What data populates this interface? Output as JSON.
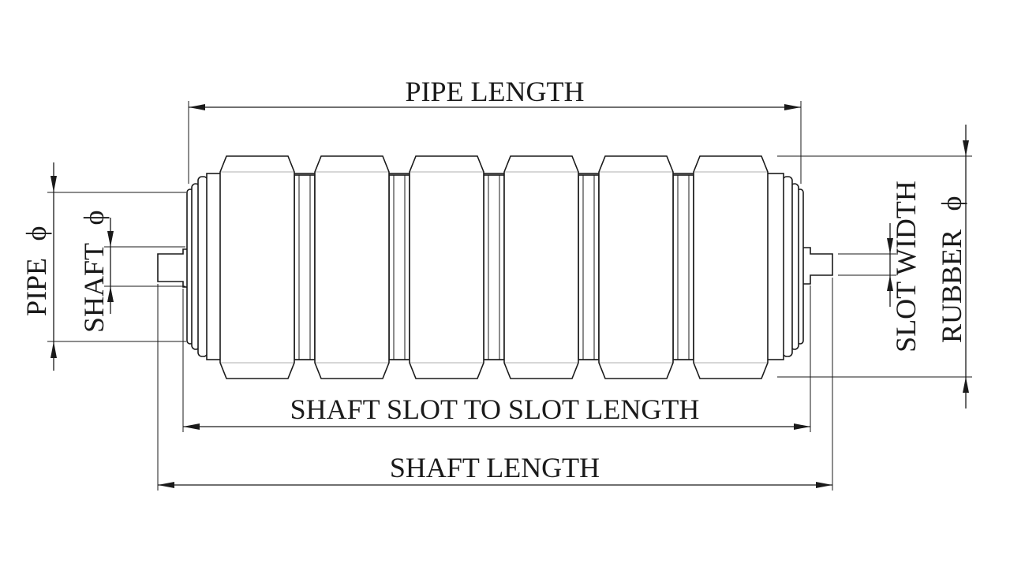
{
  "labels": {
    "pipe_length": "PIPE LENGTH",
    "shaft_slot_to_slot_length": "SHAFT SLOT TO SLOT LENGTH",
    "shaft_length": "SHAFT LENGTH",
    "pipe_dia": "PIPE",
    "shaft_dia": "SHAFT",
    "slot_width": "SLOT WIDTH",
    "rubber_dia": "RUBBER",
    "diameter_symbol": "ϕ"
  },
  "rubber_ring_count": 6,
  "colors": {
    "line": "#1a1a1a",
    "background": "#ffffff"
  }
}
